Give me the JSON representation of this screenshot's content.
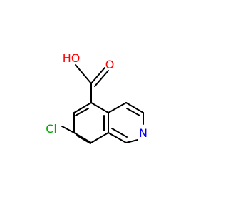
{
  "molecule": {
    "atoms": {
      "hydroxyl_label": "HO",
      "carbonyl_oxygen_label": "O",
      "nitrogen_label": "N",
      "chlorine_label": "Cl"
    },
    "colors": {
      "bond": "#000000",
      "oxygen": "#ff0000",
      "nitrogen": "#0000ff",
      "chlorine": "#00aa00",
      "background": "#ffffff"
    }
  }
}
